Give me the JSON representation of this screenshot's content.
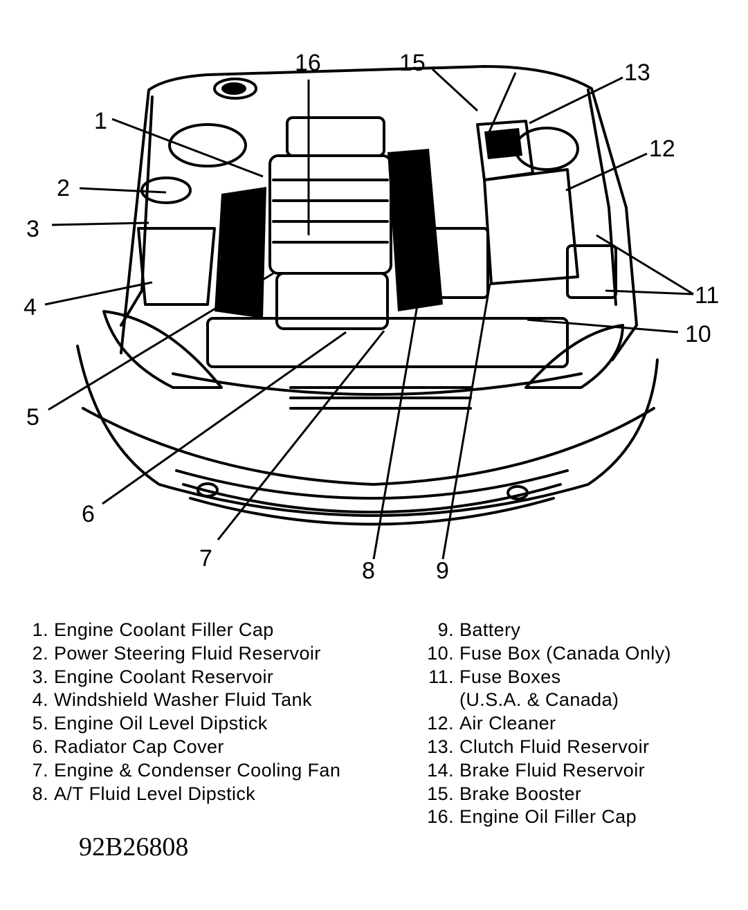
{
  "callouts": {
    "c1": "1",
    "c2": "2",
    "c3": "3",
    "c4": "4",
    "c5": "5",
    "c6": "6",
    "c7": "7",
    "c8": "8",
    "c9": "9",
    "c10": "10",
    "c11": "11",
    "c12": "12",
    "c13": "13",
    "c15": "15",
    "c16": "16"
  },
  "legend_left": [
    {
      "num": "1.",
      "label": "Engine Coolant Filler Cap"
    },
    {
      "num": "2.",
      "label": "Power Steering Fluid Reservoir"
    },
    {
      "num": "3.",
      "label": "Engine Coolant Reservoir"
    },
    {
      "num": "4.",
      "label": "Windshield Washer Fluid Tank"
    },
    {
      "num": "5.",
      "label": "Engine Oil Level Dipstick"
    },
    {
      "num": "6.",
      "label": "Radiator Cap Cover"
    },
    {
      "num": "7.",
      "label": "Engine & Condenser Cooling Fan"
    },
    {
      "num": "8.",
      "label": "A/T Fluid Level Dipstick"
    }
  ],
  "legend_right": [
    {
      "num": "9.",
      "label": "Battery"
    },
    {
      "num": "10.",
      "label": "Fuse Box (Canada Only)"
    },
    {
      "num": "11.",
      "label": "Fuse Boxes"
    },
    {
      "num": "",
      "label": "(U.S.A. & Canada)"
    },
    {
      "num": "12.",
      "label": "Air Cleaner"
    },
    {
      "num": "13.",
      "label": "Clutch Fluid Reservoir"
    },
    {
      "num": "14.",
      "label": "Brake Fluid Reservoir"
    },
    {
      "num": "15.",
      "label": "Brake Booster"
    },
    {
      "num": "16.",
      "label": "Engine Oil Filler Cap"
    }
  ],
  "figure_id": "92B26808"
}
